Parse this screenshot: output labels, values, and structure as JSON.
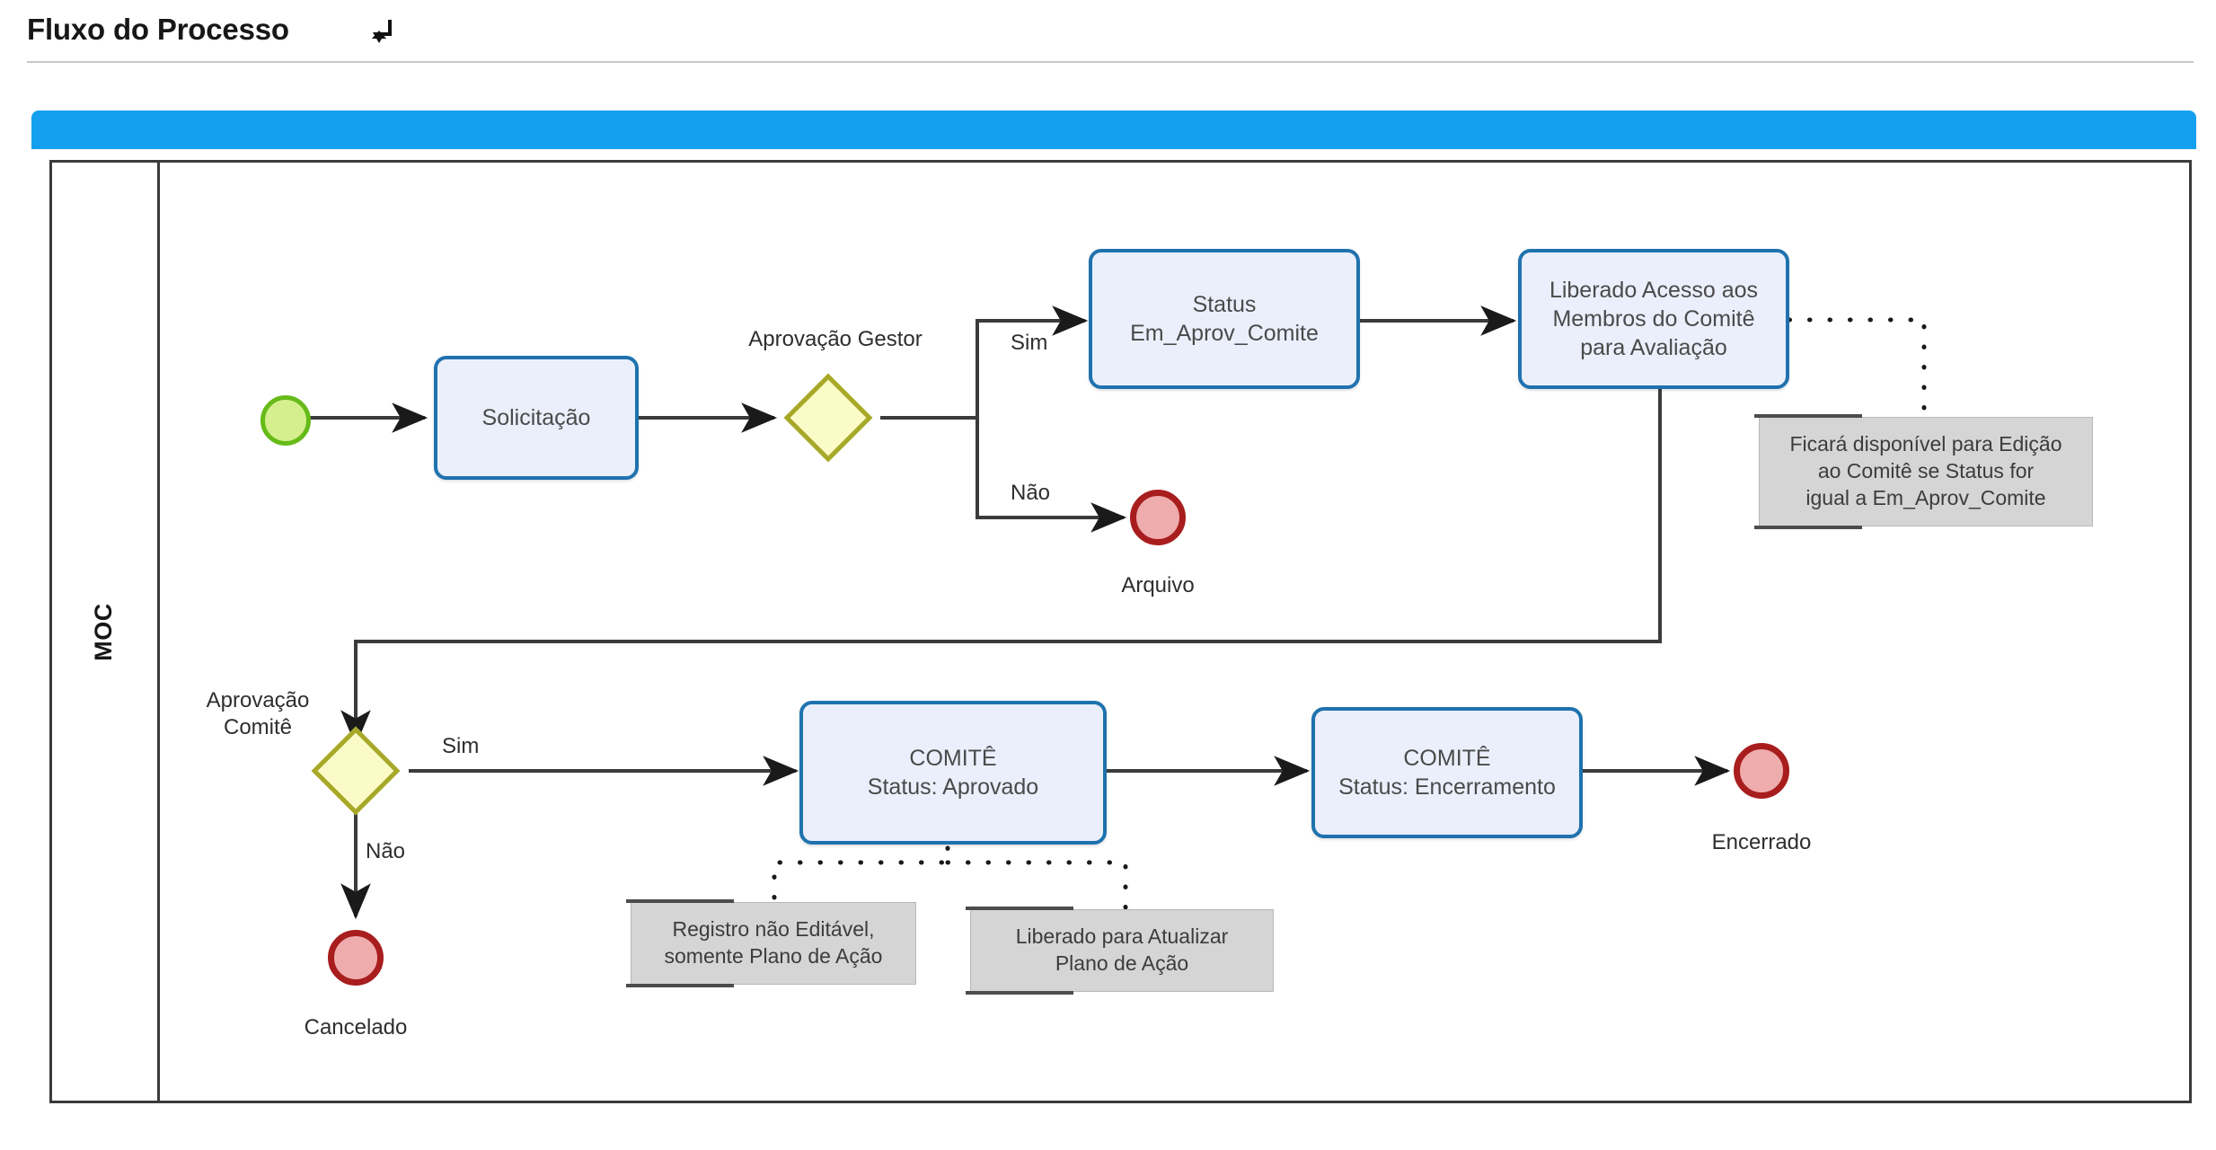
{
  "header": {
    "title": "Fluxo do Processo",
    "collapse_icon": "arrow-turn-down-icon"
  },
  "pool": {
    "lane_label": "MOC",
    "header_color": "#14a0ef",
    "frame_color": "#3b3b3b"
  },
  "colors": {
    "task_fill": "#eaeffb",
    "task_border": "#1f72ae",
    "gateway_fill": "#fbfbc8",
    "gateway_border": "#a8a829",
    "start_fill": "#d6ef8e",
    "start_border": "#66bb19",
    "end_fill": "#efacac",
    "end_border": "#a81d1d",
    "note_fill": "#d5d5d5",
    "connector": "#3b3b3b"
  },
  "chart_data": {
    "type": "diagram",
    "title": "Fluxo do Processo",
    "lane": "MOC",
    "nodes": [
      {
        "id": "start",
        "type": "start-event",
        "label": ""
      },
      {
        "id": "solicitacao",
        "type": "task",
        "label": "Solicitação"
      },
      {
        "id": "gw_gestor",
        "type": "gateway",
        "label": "Aprovação Gestor"
      },
      {
        "id": "status_em_aprov",
        "type": "task",
        "label": "Status\nEm_Aprov_Comite"
      },
      {
        "id": "liberado_acesso",
        "type": "task",
        "label": "Liberado Acesso aos\nMembros do Comitê\npara Avaliação"
      },
      {
        "id": "arquivo",
        "type": "end-event",
        "label": "Arquivo"
      },
      {
        "id": "gw_comite",
        "type": "gateway",
        "label": "Aprovação\nComitê"
      },
      {
        "id": "comite_aprovado",
        "type": "task",
        "label": "COMITÊ\nStatus: Aprovado"
      },
      {
        "id": "comite_encerramento",
        "type": "task",
        "label": "COMITÊ\nStatus: Encerramento"
      },
      {
        "id": "encerrado",
        "type": "end-event",
        "label": "Encerrado"
      },
      {
        "id": "cancelado",
        "type": "end-event",
        "label": "Cancelado"
      },
      {
        "id": "note_edicao",
        "type": "annotation",
        "label": "Ficará disponível para Edição ao Comitê se Status for igual a Em_Aprov_Comite"
      },
      {
        "id": "note_registro",
        "type": "annotation",
        "label": "Registro não Editável, somente Plano de Ação"
      },
      {
        "id": "note_liberado",
        "type": "annotation",
        "label": "Liberado para Atualizar Plano de Ação"
      }
    ],
    "edges": [
      {
        "from": "start",
        "to": "solicitacao",
        "label": ""
      },
      {
        "from": "solicitacao",
        "to": "gw_gestor",
        "label": ""
      },
      {
        "from": "gw_gestor",
        "to": "status_em_aprov",
        "label": "Sim"
      },
      {
        "from": "gw_gestor",
        "to": "arquivo",
        "label": "Não"
      },
      {
        "from": "status_em_aprov",
        "to": "liberado_acesso",
        "label": ""
      },
      {
        "from": "liberado_acesso",
        "to": "gw_comite",
        "label": ""
      },
      {
        "from": "gw_comite",
        "to": "comite_aprovado",
        "label": "Sim"
      },
      {
        "from": "gw_comite",
        "to": "cancelado",
        "label": "Não"
      },
      {
        "from": "comite_aprovado",
        "to": "comite_encerramento",
        "label": ""
      },
      {
        "from": "comite_encerramento",
        "to": "encerrado",
        "label": ""
      },
      {
        "from": "liberado_acesso",
        "to": "note_edicao",
        "label": "",
        "style": "dotted"
      },
      {
        "from": "comite_aprovado",
        "to": "note_registro",
        "label": "",
        "style": "dotted"
      },
      {
        "from": "comite_aprovado",
        "to": "note_liberado",
        "label": "",
        "style": "dotted"
      }
    ]
  },
  "nodes": {
    "solicitacao": {
      "label": "Solicitação"
    },
    "status_em_aprov": {
      "line1": "Status",
      "line2": "Em_Aprov_Comite"
    },
    "liberado_acesso": {
      "line1": "Liberado Acesso aos",
      "line2": "Membros do Comitê",
      "line3": "para Avaliação"
    },
    "comite_aprovado": {
      "line1": "COMITÊ",
      "line2": "Status: Aprovado"
    },
    "comite_encerramento": {
      "line1": "COMITÊ",
      "line2": "Status: Encerramento"
    },
    "gw_gestor": {
      "label": "Aprovação Gestor"
    },
    "gw_comite": {
      "line1": "Aprovação",
      "line2": "Comitê"
    },
    "arquivo": {
      "label": "Arquivo"
    },
    "encerrado": {
      "label": "Encerrado"
    },
    "cancelado": {
      "label": "Cancelado"
    }
  },
  "edge_labels": {
    "gestor_sim": "Sim",
    "gestor_nao": "Não",
    "comite_sim": "Sim",
    "comite_nao": "Não"
  },
  "notes": {
    "edicao": {
      "line1": "Ficará disponível para Edição",
      "line2": "ao Comitê se Status for",
      "line3": "igual a Em_Aprov_Comite"
    },
    "registro": {
      "line1": "Registro não Editável,",
      "line2": "somente Plano de Ação"
    },
    "liberado": {
      "line1": "Liberado para Atualizar",
      "line2": "Plano de Ação"
    }
  }
}
